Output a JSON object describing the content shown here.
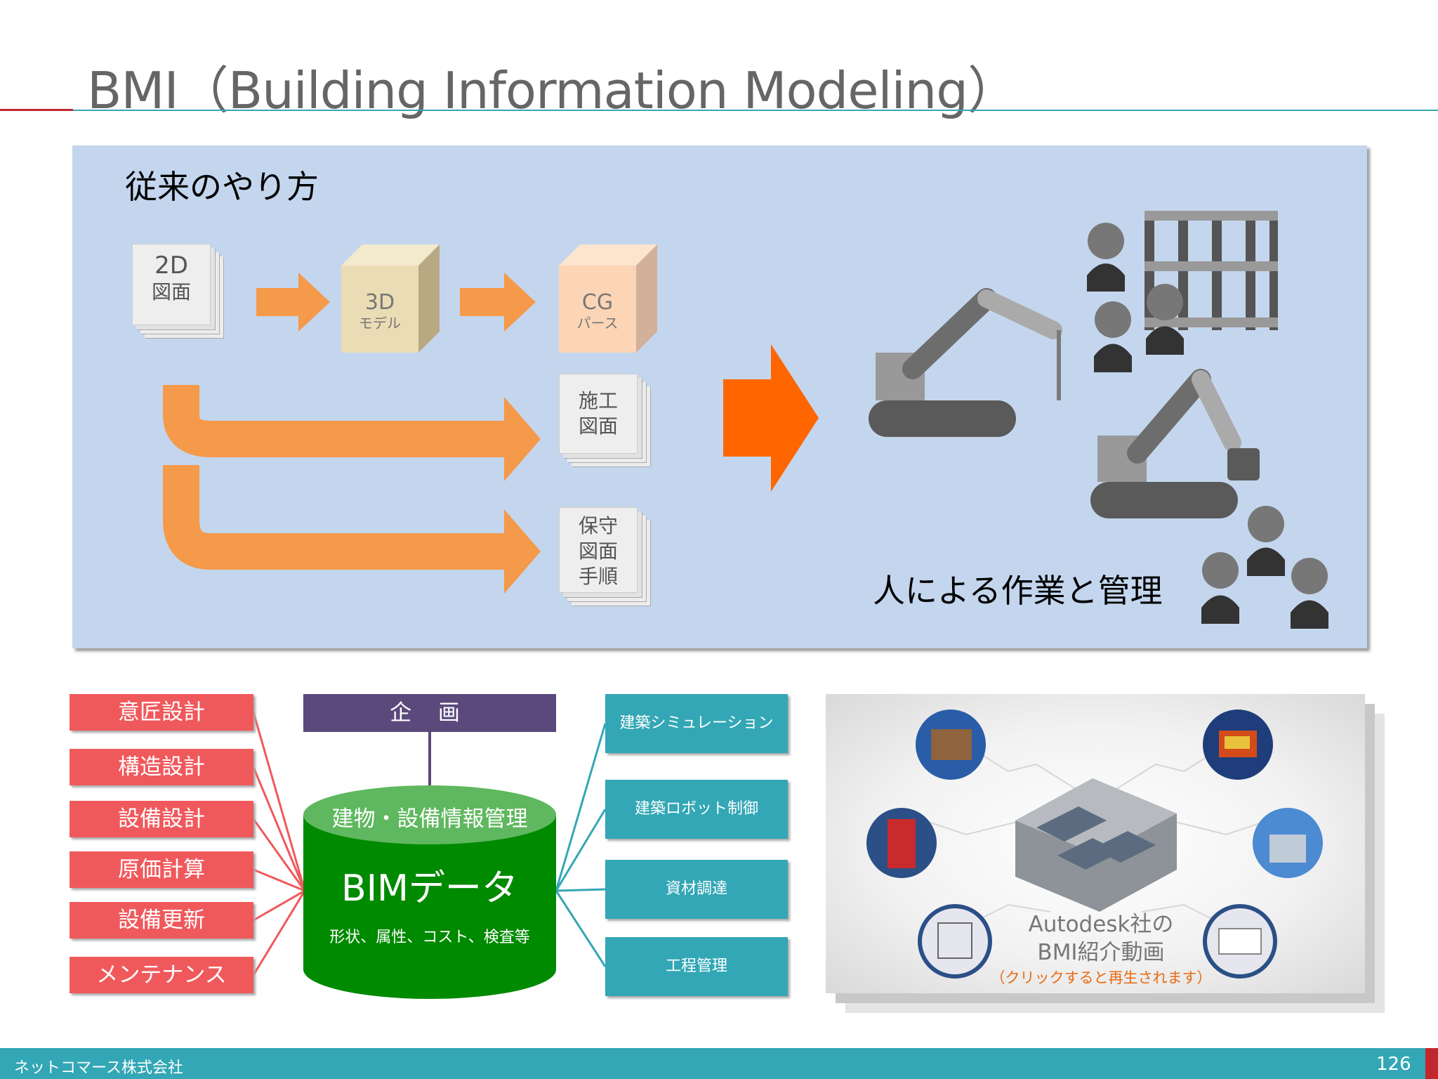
{
  "slide_title": "BMI（Building Information Modeling）",
  "panel": {
    "title": "従来のやり方",
    "doc_2d": {
      "big": "2D",
      "small": "図面"
    },
    "cube_3d": {
      "big": "3D",
      "small": "モデル"
    },
    "cube_cg": {
      "big": "CG",
      "small": "パース"
    },
    "doc_sekou": {
      "line1": "施工",
      "line2": "図面"
    },
    "doc_hoshu": {
      "line1": "保守",
      "line2": "図面",
      "line3": "手順"
    },
    "work_label": "人による作業と管理"
  },
  "left_boxes": [
    "意匠設計",
    "構造設計",
    "設備設計",
    "原価計算",
    "設備更新",
    "メンテナンス"
  ],
  "kikaku": "企 画",
  "cylinder": {
    "top": "建物・設備情報管理",
    "main": "BIMデータ",
    "sub": "形状、属性、コスト、検査等"
  },
  "right_boxes": [
    "建築シミュレーション",
    "建築ロボット制御",
    "資材調達",
    "工程管理"
  ],
  "video": {
    "title_line1": "Autodesk社の",
    "title_line2": "BMI紹介動画",
    "caption": "（クリックすると再生されます）"
  },
  "footer": {
    "company": "ネットコマース株式会社",
    "page": "126"
  },
  "colors": {
    "accent_teal": "#33a7b5",
    "accent_red": "#c0282e",
    "box_red": "#f0595c",
    "arrow_orange": "#f5994a",
    "big_arrow": "#ff6600",
    "db_green": "#008a00",
    "kikaku_purple": "#5b497c"
  }
}
